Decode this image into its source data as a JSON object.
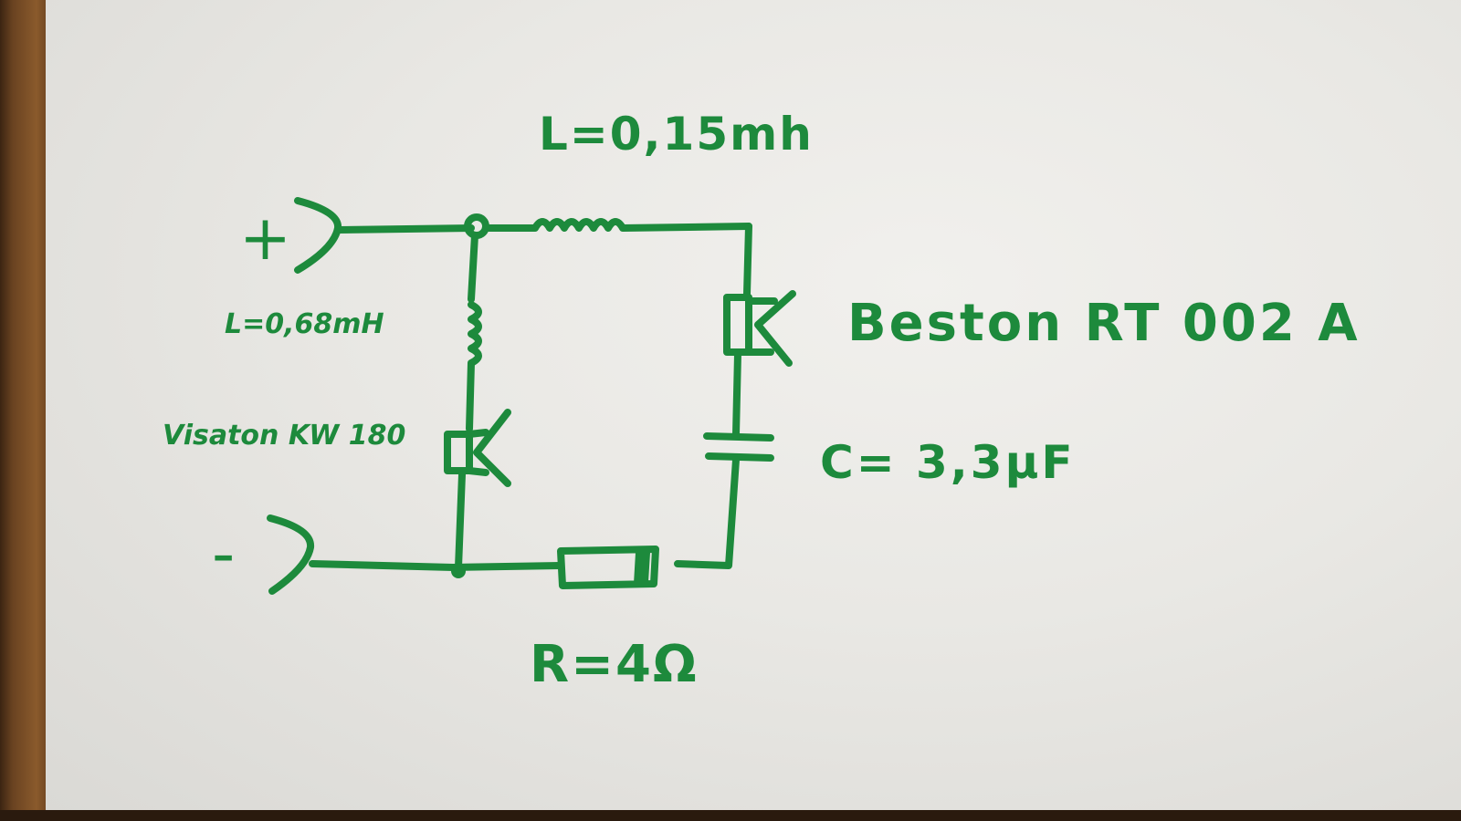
{
  "diagram": {
    "terminals": {
      "positive": "+",
      "negative": "-"
    },
    "components": {
      "series_inductor": "L=0,15mh",
      "shunt_inductor": "L=0,68mH",
      "tweeter": "Beston RT 002 A",
      "woofer": "Visaton KW 180",
      "capacitor": "C= 3,3µF",
      "resistor": "R=4Ω"
    }
  },
  "colors": {
    "ink": "#1d8a3c",
    "paper": "#ecebe7",
    "table": "#6a4321"
  }
}
